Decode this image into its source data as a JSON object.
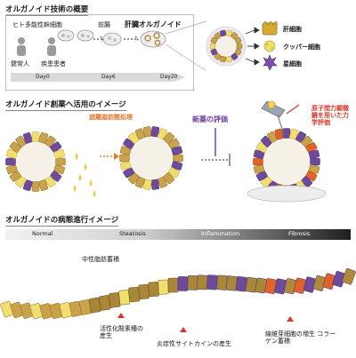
{
  "section1": {
    "title": "オルガノイド技術の概要",
    "stem_cell": "ヒト多能性幹細胞",
    "foregut": "前腸",
    "liver_organoid": "肝臓オルガノイド",
    "healthy": "健常人",
    "patient": "疾患患者",
    "days": [
      "Day0",
      "Day6",
      "Day20"
    ],
    "cell_types": [
      {
        "label": "肝細胞",
        "color": "#d4ac2f"
      },
      {
        "label": "クッパー細胞",
        "color": "#f0e06a"
      },
      {
        "label": "星細胞",
        "color": "#7a4fa8"
      }
    ]
  },
  "section2": {
    "title": "オルガノイド創薬へ活用のイメージ",
    "fat_treatment": "遊離脂肪酸処理",
    "drug_eval": "新薬の評価",
    "afm_eval": "原子間力顕微鏡を用いた力学評価"
  },
  "section3": {
    "title": "オルガノイドの病態進行イメージ",
    "stages": [
      "Normal",
      "Steatosis",
      "Inflammation",
      "Fibrosis"
    ],
    "notes": {
      "fat": "中性脂肪蓄積",
      "oxygen": "活性化酸素種の産生",
      "cytokine": "炎症性サイトカインの産生",
      "fibro": "線維芽細胞の増生 コラーゲン蓄積"
    }
  },
  "colors": {
    "hepatocyte": "#c9a24a",
    "hepatocyte_dark": "#8a6a2a",
    "kupffer": "#f0df6e",
    "stellate": "#6e4a9a",
    "fibro": "#e2622a",
    "accent_red": "#d8362a"
  }
}
